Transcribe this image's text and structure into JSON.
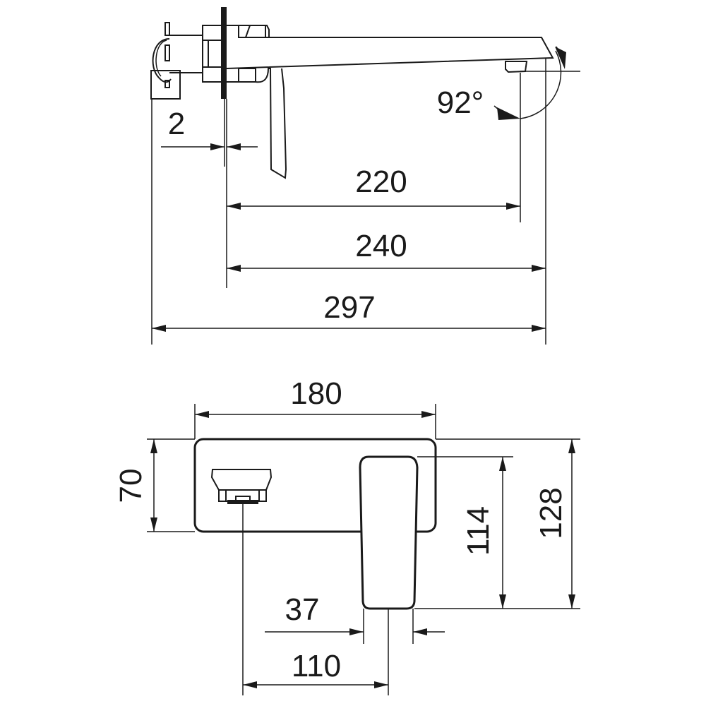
{
  "drawing": {
    "side_view": {
      "dimensions": {
        "wall_gap": "2",
        "spout_to_aerator": "220",
        "spout_length": "240",
        "overall_depth": "297",
        "spout_angle": "92°"
      }
    },
    "front_view": {
      "dimensions": {
        "plate_width": "180",
        "plate_height": "70",
        "handle_height": "114",
        "overall_height": "128",
        "handle_width": "37",
        "aerator_to_handle": "110"
      }
    },
    "line_color": "#1a1a1a"
  }
}
